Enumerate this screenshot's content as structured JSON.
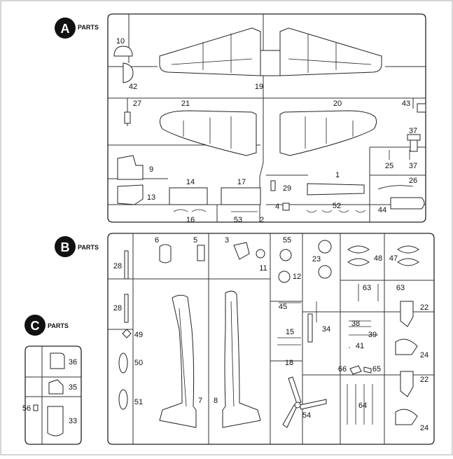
{
  "sprues": [
    {
      "letter": "A",
      "title": "PARTS"
    },
    {
      "letter": "B",
      "title": "PARTS"
    },
    {
      "letter": "C",
      "title": "PARTS"
    }
  ],
  "numbers": [
    "10",
    "42",
    "19",
    "27",
    "21",
    "20",
    "43",
    "37",
    "25",
    "37",
    "9",
    "13",
    "14",
    "17",
    "29",
    "1",
    "26",
    "4",
    "52",
    "44",
    "16",
    "53",
    "2",
    "6",
    "5",
    "3",
    "55",
    "11",
    "12",
    "23",
    "48",
    "47",
    "63",
    "63",
    "28",
    "28",
    "45",
    "22",
    "38",
    "15",
    "34",
    "39",
    "49",
    "41",
    "24",
    "50",
    "18",
    "66",
    "65",
    "22",
    "51",
    "7",
    "8",
    "54",
    "64",
    "24",
    "36",
    "35",
    "56",
    "33"
  ]
}
